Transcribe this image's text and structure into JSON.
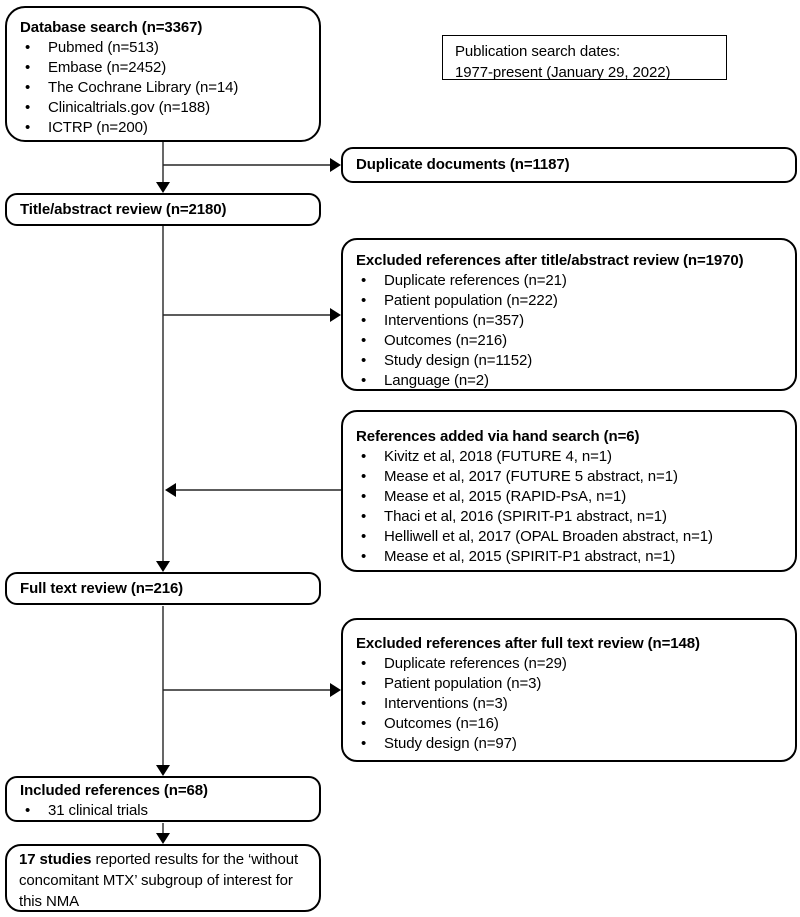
{
  "diagram": {
    "colors": {
      "border": "#000000",
      "background": "#ffffff",
      "text": "#000000",
      "connector": "#262626"
    },
    "boxes": {
      "database_search": {
        "title": "Database search (n=3367)",
        "items": [
          "Pubmed (n=513)",
          "Embase (n=2452)",
          "The Cochrane Library (n=14)",
          "Clinicaltrials.gov (n=188)",
          "ICTRP (n=200)"
        ]
      },
      "search_dates": {
        "line1": "Publication search dates:",
        "line2": "1977-present (January 29, 2022)"
      },
      "duplicate_documents": {
        "title": "Duplicate documents (n=1187)"
      },
      "title_abstract_review": {
        "title": "Title/abstract review (n=2180)"
      },
      "excluded_title_abstract": {
        "title": "Excluded references after title/abstract review (n=1970)",
        "items": [
          "Duplicate references (n=21)",
          "Patient population (n=222)",
          "Interventions (n=357)",
          "Outcomes (n=216)",
          "Study design (n=1152)",
          "Language (n=2)"
        ]
      },
      "hand_search": {
        "title": "References added via hand search (n=6)",
        "items": [
          "Kivitz et al, 2018 (FUTURE 4, n=1)",
          "Mease et al, 2017 (FUTURE 5 abstract, n=1)",
          "Mease et al, 2015 (RAPID-PsA, n=1)",
          "Thaci et al, 2016 (SPIRIT-P1 abstract, n=1)",
          "Helliwell et al, 2017 (OPAL Broaden abstract, n=1)",
          "Mease et al, 2015 (SPIRIT-P1 abstract, n=1)"
        ]
      },
      "full_text_review": {
        "title": "Full text review (n=216)"
      },
      "excluded_full_text": {
        "title": "Excluded references after full text review (n=148)",
        "items": [
          "Duplicate references (n=29)",
          "Patient population (n=3)",
          "Interventions (n=3)",
          "Outcomes (n=16)",
          "Study design (n=97)"
        ]
      },
      "included_references": {
        "title": "Included references (n=68)",
        "items": [
          "31 clinical trials"
        ]
      },
      "final_note": {
        "bold": "17 studies",
        "rest": " reported results for the ‘without concomitant MTX’ subgroup of interest for this NMA"
      }
    }
  }
}
